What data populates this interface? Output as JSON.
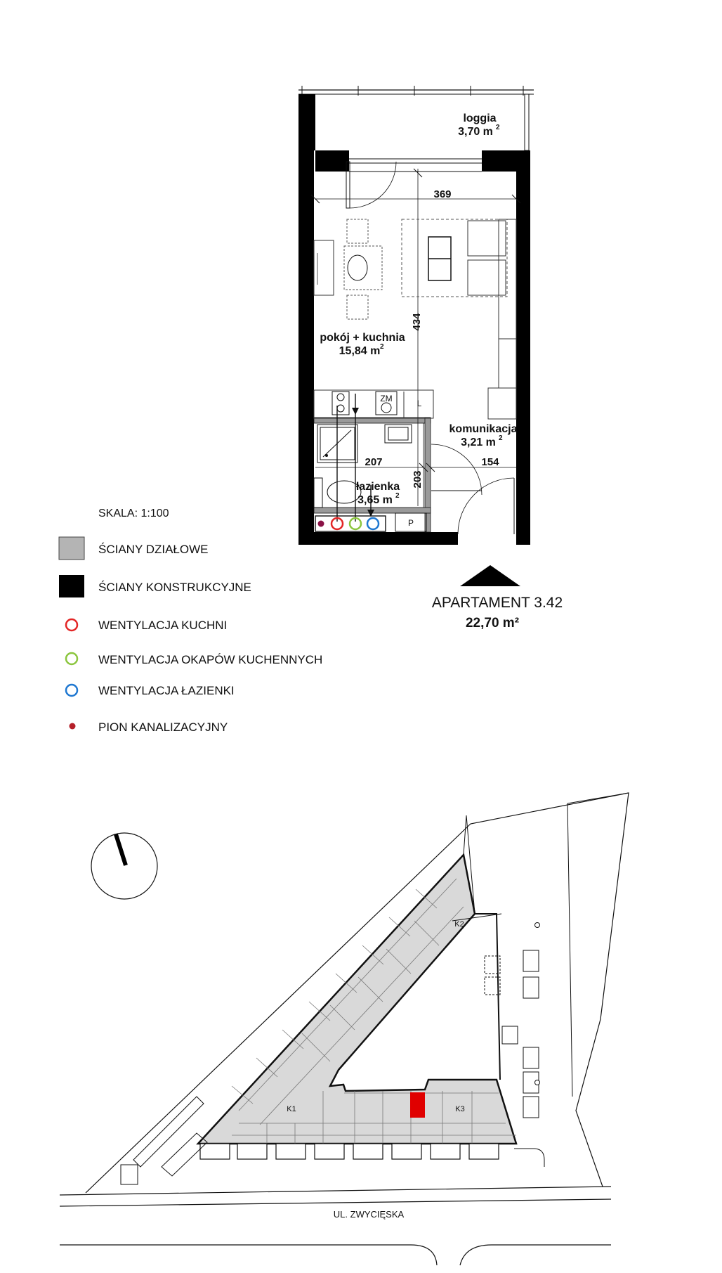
{
  "rooms": {
    "loggia": {
      "name": "loggia",
      "area": "3,70 m",
      "sup": "2"
    },
    "living": {
      "name": "pokój + kuchnia",
      "area": "15,84 m",
      "sup": "2"
    },
    "hall": {
      "name": "komunikacja",
      "area": "3,21 m",
      "sup": "2"
    },
    "bath": {
      "name": "łazienka",
      "area": "3,65 m",
      "sup": "2"
    }
  },
  "dimensions": {
    "d369": "369",
    "d434": "434",
    "d207": "207",
    "d203": "203",
    "d154": "154"
  },
  "fixtures": {
    "washer": "ZM",
    "fridge": "L",
    "boiler": "P"
  },
  "apartment": {
    "name": "APARTAMENT 3.42",
    "area": "22,70 m²"
  },
  "scale": "SKALA: 1:100",
  "legend": [
    {
      "label": "ŚCIANY DZIAŁOWE",
      "color": "#b4b4b4",
      "icon": "gray-square-icon"
    },
    {
      "label": "ŚCIANY KONSTRUKCYJNE",
      "color": "#000000",
      "icon": "black-square-icon"
    },
    {
      "label": "WENTYLACJA KUCHNI",
      "color": "#e32626",
      "icon": "red-ring-icon"
    },
    {
      "label": "WENTYLACJA OKAPÓW KUCHENNYCH",
      "color": "#8cc63f",
      "icon": "green-ring-icon"
    },
    {
      "label": "WENTYLACJA ŁAZIENKI",
      "color": "#1f78d1",
      "icon": "blue-ring-icon"
    },
    {
      "label": "PION KANALIZACYJNY",
      "color": "#b5202a",
      "icon": "red-dot-icon"
    }
  ],
  "site": {
    "street": "UL. ZWYCIĘSKA",
    "k1": "K1",
    "k2": "K2",
    "k3": "K3",
    "highlight_color": "#e00000",
    "building_fill": "#d9d9d9"
  }
}
